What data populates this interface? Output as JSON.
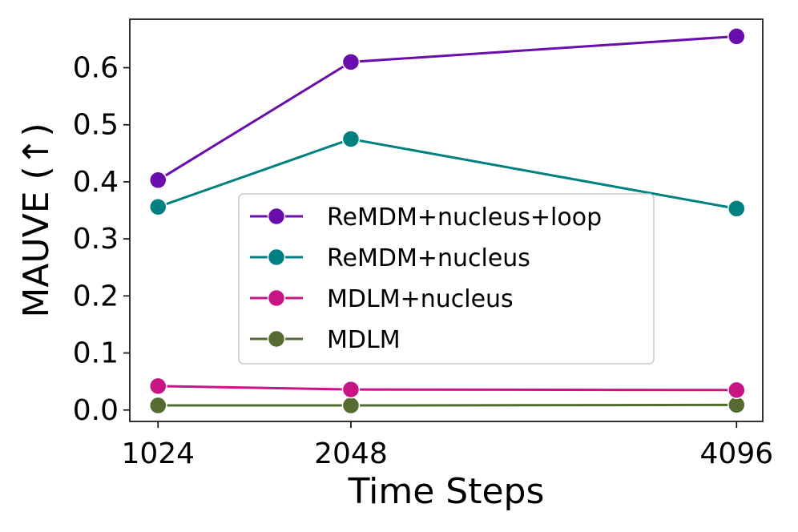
{
  "chart_data": {
    "type": "line",
    "xlabel": "Time Steps",
    "ylabel": "MAUVE (↑)",
    "x": [
      1024,
      2048,
      4096
    ],
    "x_tick_labels": [
      "1024",
      "2048",
      "4096"
    ],
    "ylim": [
      -0.02,
      0.685
    ],
    "xlim": [
      874,
      4235
    ],
    "y_ticks": [
      0.0,
      0.1,
      0.2,
      0.3,
      0.4,
      0.5,
      0.6
    ],
    "y_tick_labels": [
      "0.0",
      "0.1",
      "0.2",
      "0.3",
      "0.4",
      "0.5",
      "0.6"
    ],
    "grid": false,
    "legend_position": "center-right",
    "series": [
      {
        "name": "ReMDM+nucleus+loop",
        "color": "#6a0dad",
        "values": [
          0.403,
          0.61,
          0.655
        ]
      },
      {
        "name": "ReMDM+nucleus",
        "color": "#008080",
        "values": [
          0.356,
          0.475,
          0.353
        ]
      },
      {
        "name": "MDLM+nucleus",
        "color": "#c71585",
        "values": [
          0.042,
          0.036,
          0.035
        ]
      },
      {
        "name": "MDLM",
        "color": "#556b2f",
        "values": [
          0.008,
          0.008,
          0.009
        ]
      }
    ]
  }
}
